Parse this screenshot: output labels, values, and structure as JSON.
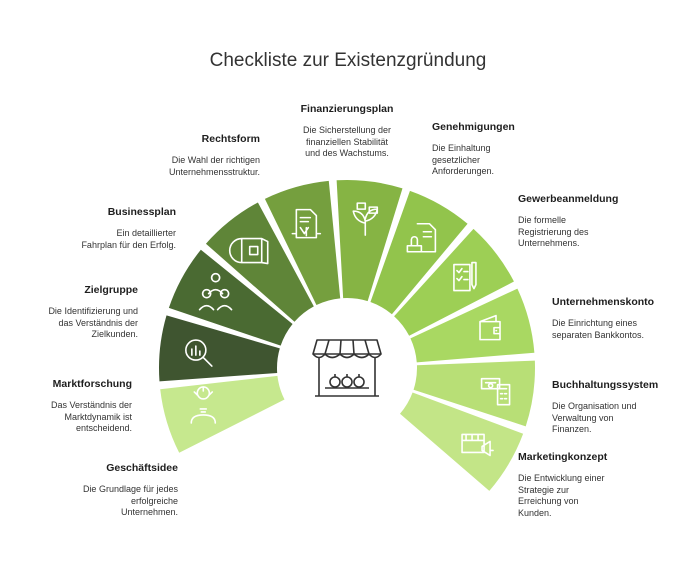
{
  "title": "Checkliste zur Existenzgründung",
  "colors": {
    "ring_gradient": [
      "#b9e27a",
      "#8bc34a",
      "#6f9c3a",
      "#4a6a32",
      "#3f5530",
      "#4a6a32",
      "#6f9c3a",
      "#8bc34a",
      "#a9d86a",
      "#c2e68c",
      "#cdeb98",
      "#c6e88e"
    ],
    "center_icon": "#333333"
  },
  "center_icon": "market-stall-icon",
  "steps": [
    {
      "title": "Geschäftsidee",
      "desc": [
        "Die Grundlage für jedes",
        "erfolgreiche",
        "Unternehmen."
      ],
      "icon": "lightbulb-person-icon",
      "color": "#c6e88e"
    },
    {
      "title": "Marktforschung",
      "desc": [
        "Das Verständnis der",
        "Marktdynamik ist",
        "entscheidend."
      ],
      "icon": "magnifier-chart-icon",
      "color": "#3f5530"
    },
    {
      "title": "Zielgruppe",
      "desc": [
        "Die Identifizierung und",
        "das Verständnis der",
        "Zielkunden."
      ],
      "icon": "people-group-icon",
      "color": "#4a6a32"
    },
    {
      "title": "Businessplan",
      "desc": [
        "Ein detaillierter",
        "Fahrplan für den Erfolg."
      ],
      "icon": "blueprint-icon",
      "color": "#5f8538"
    },
    {
      "title": "Rechtsform",
      "desc": [
        "Die Wahl der richtigen",
        "Unternehmensstruktur."
      ],
      "icon": "legal-document-icon",
      "color": "#759f3e"
    },
    {
      "title": "Finanzierungsplan",
      "desc": [
        "Die Sicherstellung der",
        "finanziellen Stabilität",
        "und des Wachstums."
      ],
      "icon": "money-plant-icon",
      "color": "#86b444"
    },
    {
      "title": "Genehmigungen",
      "desc": [
        "Die Einhaltung",
        "gesetzlicher",
        "Anforderungen."
      ],
      "icon": "stamp-document-icon",
      "color": "#92c44c"
    },
    {
      "title": "Gewerbeanmeldung",
      "desc": [
        "Die formelle",
        "Registrierung des",
        "Unternehmens."
      ],
      "icon": "checklist-pen-icon",
      "color": "#9dcf55"
    },
    {
      "title": "Unternehmenskonto",
      "desc": [
        "Die Einrichtung eines",
        "separaten Bankkontos."
      ],
      "icon": "wallet-icon",
      "color": "#a9d862"
    },
    {
      "title": "Buchhaltungssystem",
      "desc": [
        "Die Organisation und",
        "Verwaltung von",
        "Finanzen."
      ],
      "icon": "money-calculator-icon",
      "color": "#b8df76"
    },
    {
      "title": "Marketingkonzept",
      "desc": [
        "Die Entwicklung einer",
        "Strategie zur",
        "Erreichung von",
        "Kunden."
      ],
      "icon": "megaphone-video-icon",
      "color": "#c3e587"
    }
  ]
}
